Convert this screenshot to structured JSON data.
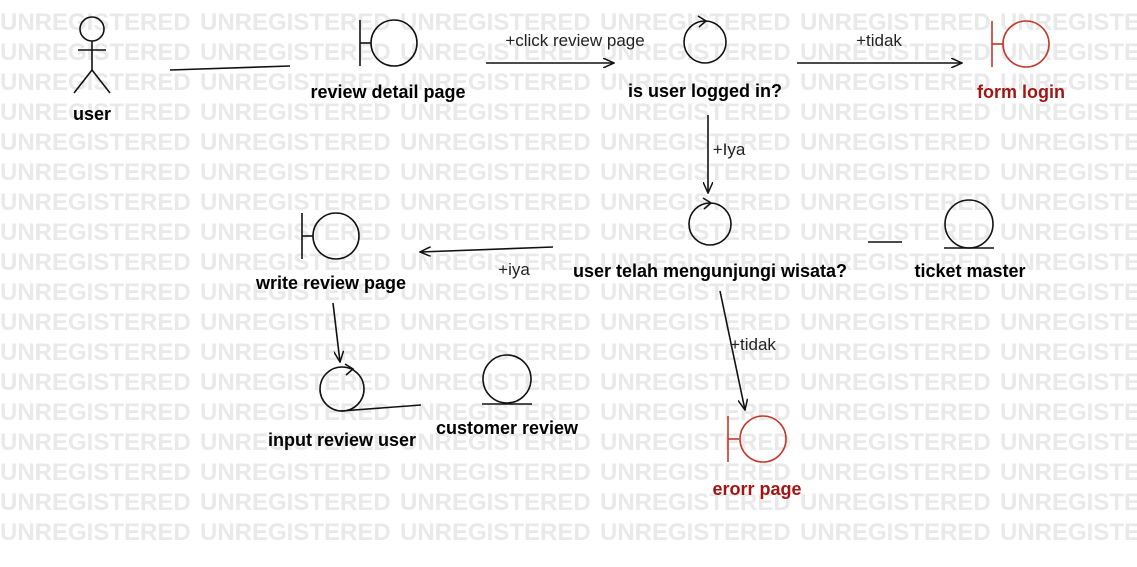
{
  "watermark": {
    "text": "UNREGISTERED"
  },
  "nodes": {
    "user": {
      "label": "user"
    },
    "review_detail_page": {
      "label": "review detail page"
    },
    "is_user_logged_in": {
      "label": "is user logged in?"
    },
    "form_login": {
      "label": "form login"
    },
    "user_telah_mengunjungi": {
      "label": "user telah mengunjungi wisata?"
    },
    "ticket_master": {
      "label": "ticket master"
    },
    "write_review_page": {
      "label": "write review page"
    },
    "input_review_user": {
      "label": "input review user"
    },
    "customer_review": {
      "label": "customer review"
    },
    "erorr_page": {
      "label": "erorr page"
    }
  },
  "edges": {
    "click_review_page": "+click review page",
    "tidak_login": "+tidak",
    "iya_logged": "+Iya",
    "iya_visited": "+iya",
    "tidak_visited": "+tidak"
  },
  "colors": {
    "error_boundary": "#c0392b",
    "line": "#111111",
    "watermark": "#e9e9e9"
  }
}
